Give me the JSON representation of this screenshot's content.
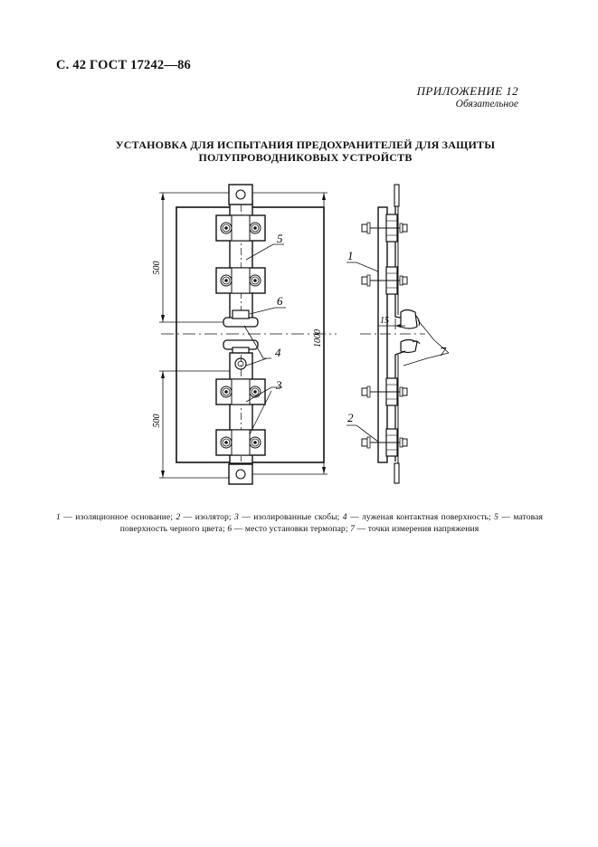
{
  "header": {
    "page_ref": "С. 42 ГОСТ 17242—86"
  },
  "appendix": {
    "title": "ПРИЛОЖЕНИЕ 12",
    "status": "Обязательное"
  },
  "title": {
    "line1": "УСТАНОВКА ДЛЯ ИСПЫТАНИЯ ПРЕДОХРАНИТЕЛЕЙ ДЛЯ ЗАЩИТЫ",
    "line2": "ПОЛУПРОВОДНИКОВЫХ УСТРОЙСТВ"
  },
  "drawing": {
    "dimensions": {
      "half_upper": "500",
      "half_lower": "500",
      "total": "1000",
      "offset": "15"
    },
    "callouts": {
      "c1": "1",
      "c2": "2",
      "c3": "3",
      "c4": "4",
      "c5": "5",
      "c6": "6",
      "c7": "7"
    }
  },
  "legend": [
    {
      "num": "1",
      "text": " — изоляционное основание; "
    },
    {
      "num": "2",
      "text": " — изолятор; "
    },
    {
      "num": "3",
      "text": " — изолированные скобы; "
    },
    {
      "num": "4",
      "text": " — луженая контактная поверхность; "
    },
    {
      "num": "5",
      "text": " — матовая поверхность черного цвета; "
    },
    {
      "num": "6",
      "text": " — место установки термопар; "
    },
    {
      "num": "7",
      "text": " — точки измерения напряжения"
    }
  ]
}
